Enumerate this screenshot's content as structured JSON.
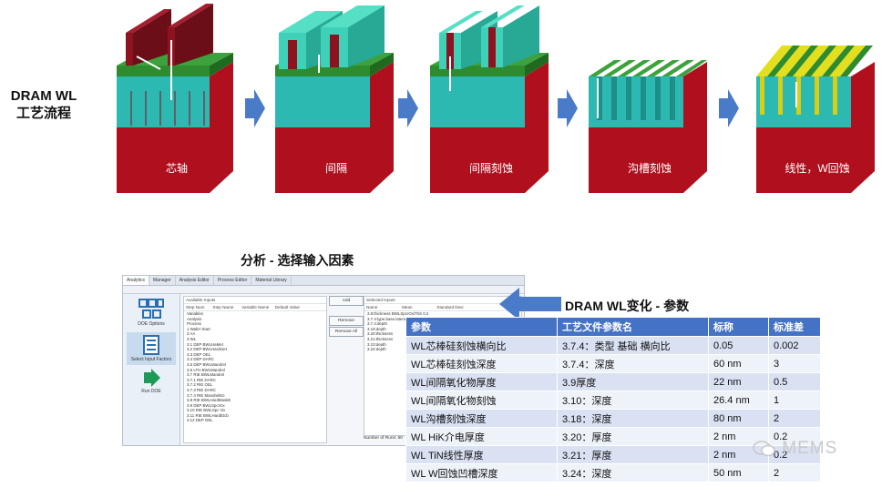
{
  "flow": {
    "title_line1": "DRAM WL",
    "title_line2": "工艺流程",
    "steps": [
      {
        "label": "芯轴"
      },
      {
        "label": "间隔"
      },
      {
        "label": "间隔刻蚀"
      },
      {
        "label": "沟槽刻蚀"
      },
      {
        "label": "线性，W回蚀"
      }
    ]
  },
  "colors": {
    "substrate": "#b0101e",
    "oxide_cyan": "#2bb9b2",
    "green_cap": "#2e8b2e",
    "mandrel": "#8e1320",
    "spacer": "#3fd0b8",
    "tungsten": "#e3df1f",
    "arrow_blue": "#4a7bc8",
    "table_header": "#4472c4"
  },
  "analysis_title": "分析 - 选择输入因素",
  "software": {
    "tabs": [
      "Analytics",
      "Manager",
      "Analysis Editor",
      "Process Editor",
      "Material Library"
    ],
    "sidebar": [
      "DOE Options",
      "Select Input Factors",
      "Run DOE"
    ],
    "available_inputs_title": "Available Inputs",
    "available_headers": [
      "Step Num",
      "Step Name",
      "Variable Name",
      "Default Value"
    ],
    "available_rows": [
      "Variables",
      "Analysis",
      "Process",
      "1  Wafer Start",
      "2  AA",
      "3  WL",
      "3.1  DEP BWLHaMet",
      "3.2  DEP BWLHardmet",
      "3.3  DEP OEL",
      "3.4  DEP DARC",
      "3.5  DEP BWLMandrel",
      "3.6  LTH BWLMandrel",
      "3.7  RIE BWLMandrel",
      "3.7.1  RIE DARC",
      "3.7.2  RIE OEL",
      "3.7.3  RIE DARC",
      "3.7.4  RIE MandrelEtc",
      "3.8  RIE BWLHardMaskE",
      "3.9  DEP BWLSpcrOx",
      "3.10  RIE BWLSpc Ox",
      "3.11  RIE BWLHardEtcb",
      "3.12  DEP OEL"
    ],
    "buttons": [
      "Add",
      "Remove",
      "Remove All"
    ],
    "selected_inputs_title": "Selected Inputs",
    "selected_headers": [
      "Name",
      "Mean",
      "Standard Devi"
    ],
    "selected_rows": [
      "3.9:thickness    BWLSpcrOx/TkS    0.2",
      "3.7.4:type.base.laterall..  ETCH_angle    0.002",
      "3.7.4:depth",
      "3.18:depth",
      "3.20:thickness",
      "3.21:thickness",
      "3.10:depth",
      "3.24:depth"
    ],
    "number_of_runs": "Number of Runs: 50"
  },
  "params_title": "DRAM WL变化 - 参数",
  "param_table": {
    "headers": [
      "参数",
      "工艺文件参数名",
      "标称",
      "标准差"
    ],
    "rows": [
      [
        "WL芯棒硅刻蚀横向比",
        "3.7.4：类型 基础 横向比",
        "0.05",
        "0.002"
      ],
      [
        "WL芯棒硅刻蚀深度",
        "3.7.4：深度",
        "60 nm",
        "3"
      ],
      [
        "WL间隔氧化物厚度",
        "3.9厚度",
        "22 nm",
        "0.5"
      ],
      [
        "WL间隔氧化物刻蚀",
        "3.10：深度",
        "26.4 nm",
        "1"
      ],
      [
        "WL沟槽刻蚀深度",
        "3.18：深度",
        "80 nm",
        "2"
      ],
      [
        "WL HiK介电厚度",
        "3.20：厚度",
        "2 nm",
        "0.2"
      ],
      [
        "WL TiN线性厚度",
        "3.21：厚度",
        "2 nm",
        "0.2"
      ],
      [
        "WL W回蚀凹槽深度",
        "3.24：深度",
        "50 nm",
        "2"
      ]
    ]
  },
  "watermark": "MEMS"
}
